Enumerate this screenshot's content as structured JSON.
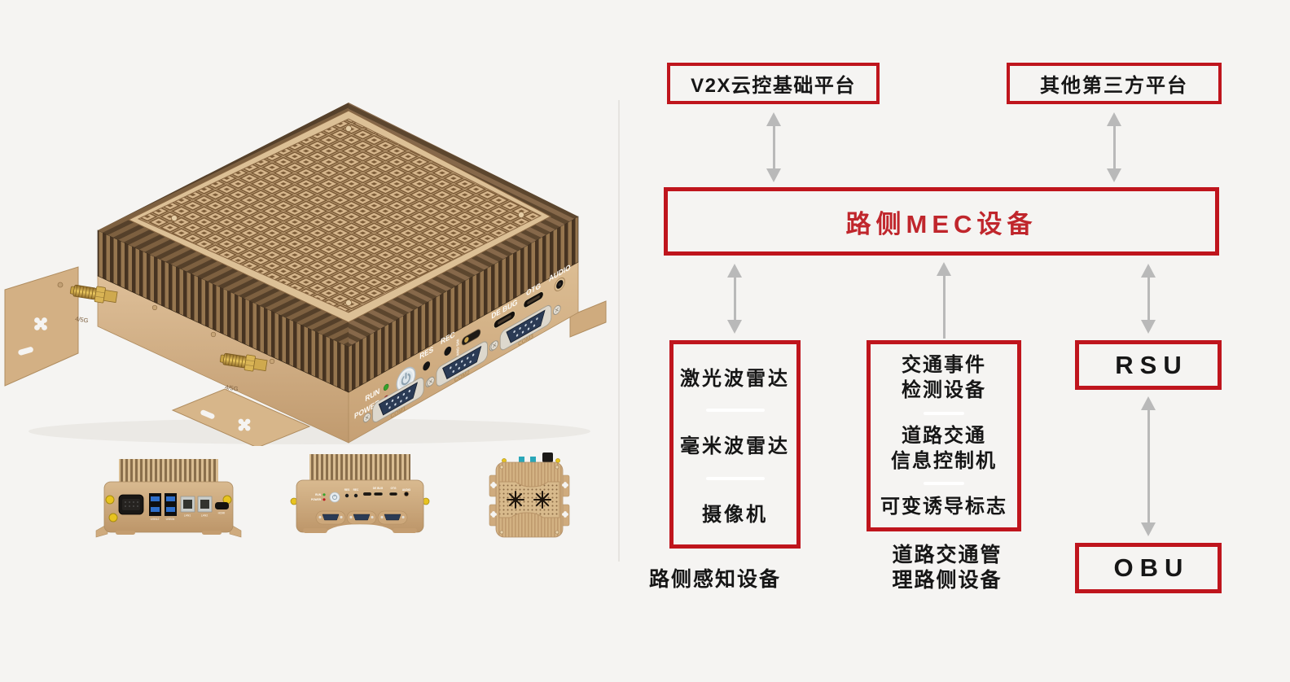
{
  "colors": {
    "background": "#f5f4f2",
    "box_border_red": "#bf151d",
    "mec_text_red": "#c0262c",
    "arrow_gray": "#b9b9b9",
    "body_gold": "#d2af85",
    "fin_bronze": "#57422b"
  },
  "diagram": {
    "v2x_label": "V2X云控基础平台",
    "third_party_label": "其他第三方平台",
    "mec_label": "路侧MEC设备",
    "sensing": {
      "item1": "激光波雷达",
      "item2": "毫米波雷达",
      "item3": "摄像机",
      "caption": "路侧感知设备"
    },
    "traffic": {
      "item1": "交通事件\n检测设备",
      "item2": "道路交通\n信息控制机",
      "item3": "可变诱导标志",
      "caption": "道路交通管\n理路侧设备"
    },
    "rsu_label": "RSU",
    "obu_label": "OBU"
  },
  "device": {
    "front_panel": {
      "run": "RUN",
      "power": "POWER",
      "res": "RES",
      "rec": "REC",
      "sim": "NANO SIM",
      "debug": "DE BUG",
      "otg": "OTG",
      "audio": "AUDIO",
      "com1": "COM1",
      "com2": "COM2",
      "com3": "COM3",
      "antenna": "4/5G"
    },
    "rear_panel": {
      "usb12": "USB12",
      "usb34": "USB34",
      "lan1": "LAN1",
      "lan2": "LAN2",
      "hdmi": "HDMI"
    }
  }
}
